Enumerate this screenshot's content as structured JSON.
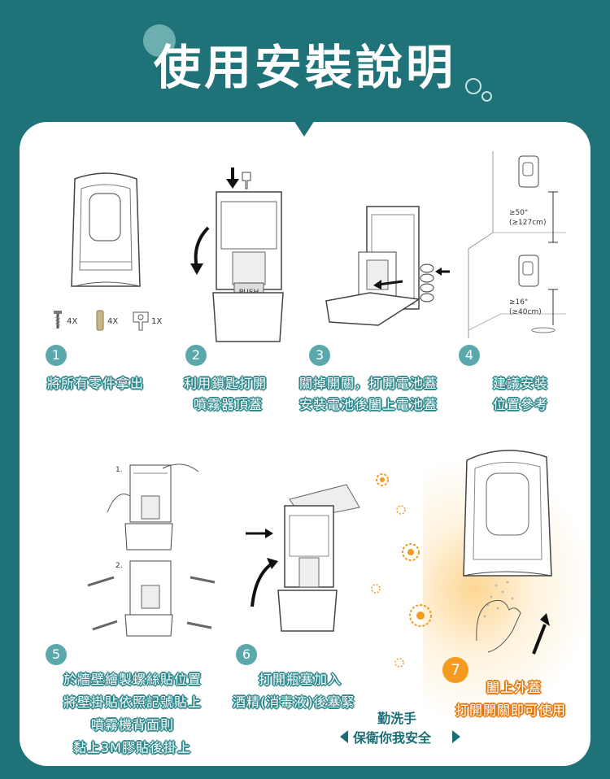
{
  "title": "使用安裝說明",
  "steps": [
    {
      "num": "1",
      "lines": [
        "將所有零件拿出"
      ],
      "parts": [
        "4X",
        "4X",
        "1X"
      ]
    },
    {
      "num": "2",
      "lines": [
        "利用鎖匙打開",
        "噴霧器頂蓋"
      ],
      "push": "PUSH"
    },
    {
      "num": "3",
      "lines": [
        "關掉開關，打開電池蓋",
        "安裝電池後闔上電池蓋"
      ]
    },
    {
      "num": "4",
      "lines": [
        "建議安裝",
        "位置參考"
      ],
      "h1a": "≥50\"",
      "h1b": "(≥127cm)",
      "h2a": "≥16\"",
      "h2b": "(≥40cm)"
    },
    {
      "num": "5",
      "lines": [
        "於牆壁繪製螺絲貼位置",
        "將壁掛貼依照記號貼上",
        "噴霧機背面則",
        "黏上3M膠貼後掛上"
      ],
      "sub1": "1.",
      "sub2": "2."
    },
    {
      "num": "6",
      "lines": [
        "打開瓶塞加入",
        "酒精(消毒液)後塞緊"
      ]
    },
    {
      "num": "7",
      "lines": [
        "闔上外蓋",
        "打開開關即可使用"
      ]
    }
  ],
  "slogan": [
    "勤洗手",
    "保衛你我安全"
  ],
  "colors": {
    "background": "#1f7277",
    "badge": "#5aa8ab",
    "accent": "#f39a1f"
  }
}
